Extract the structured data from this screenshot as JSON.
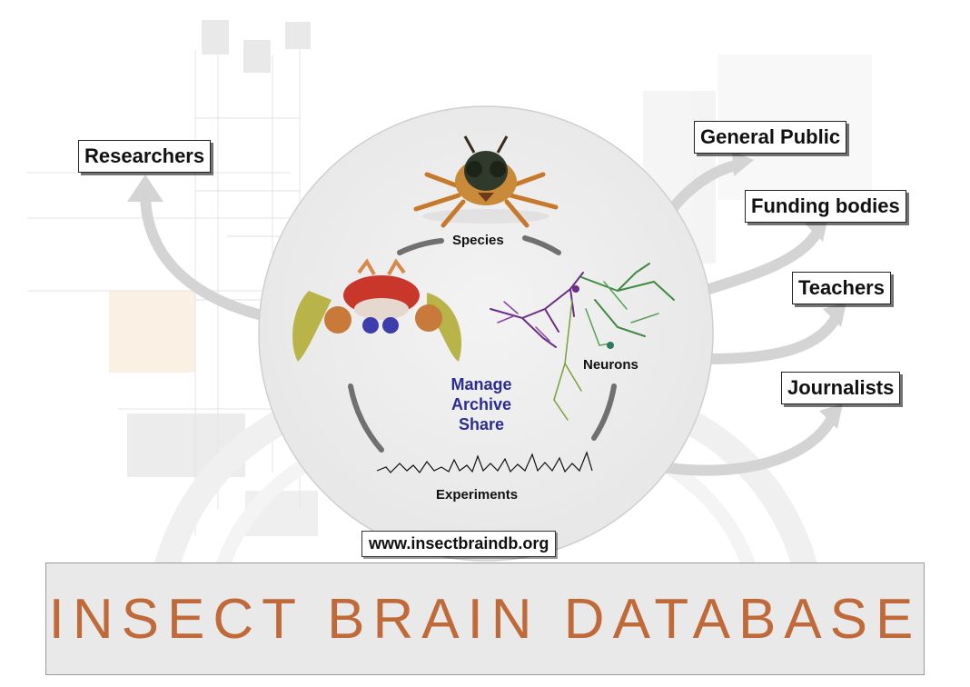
{
  "title": "INSECT BRAIN DATABASE",
  "url": "www.insectbraindb.org",
  "audiences": {
    "researchers": "Researchers",
    "general_public": "General Public",
    "funding_bodies": "Funding bodies",
    "teachers": "Teachers",
    "journalists": "Journalists"
  },
  "circle": {
    "species": "Species",
    "neurons": "Neurons",
    "experiments": "Experiments",
    "actions": [
      "Manage",
      "Archive",
      "Share"
    ]
  },
  "colors": {
    "banner_text": "#c06a3a",
    "actions_text": "#2d2d8f",
    "arrow_fill": "#d4d4d4",
    "circle_fill": "#eeeeee"
  }
}
